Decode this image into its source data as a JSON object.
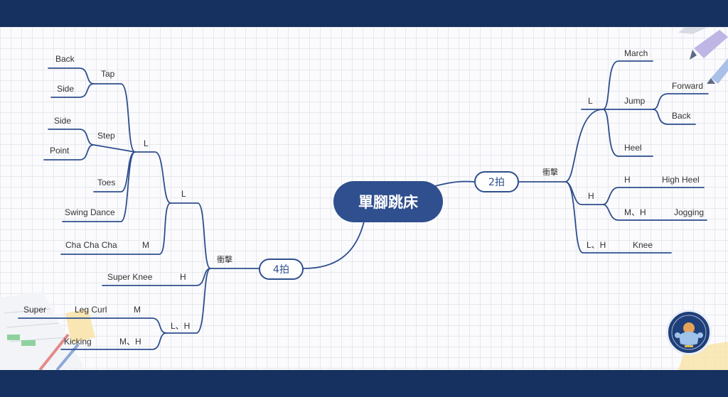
{
  "root": "單腳跳床",
  "right_branch": {
    "beat": "2拍",
    "impact": "衝擊",
    "L": "L",
    "march": "March",
    "jump": "Jump",
    "forward": "Forward",
    "back": "Back",
    "heel": "Heel",
    "H": "H",
    "h_h": "H",
    "high_heel": "High Heel",
    "mh": "M、H",
    "jogging": "Jogging",
    "lh": "L、H",
    "knee": "Knee"
  },
  "left_branch": {
    "beat": "4拍",
    "impact": "衝擊",
    "L_outer": "L",
    "L_inner": "L",
    "tap": "Tap",
    "back": "Back",
    "side1": "Side",
    "step": "Step",
    "side2": "Side",
    "point": "Point",
    "toes": "Toes",
    "swing_dance": "Swing Dance",
    "chachacha": "Cha Cha Cha",
    "chachacha_level": "M",
    "super_knee": "Super Knee",
    "super_knee_level": "H",
    "lh": "L、H",
    "leg_curl": "Leg Curl",
    "leg_curl_level": "M",
    "super": "Super",
    "kicking": "Kicking",
    "kicking_level": "M、H"
  },
  "colors": {
    "band": "#16315f",
    "line": "#2f4f8e",
    "root_fill": "#2f4f8e"
  },
  "icons": {
    "logo": "gym-mascot-logo",
    "deco_top_right": "marker-pens",
    "deco_bottom_left": "notebook-and-pens"
  }
}
